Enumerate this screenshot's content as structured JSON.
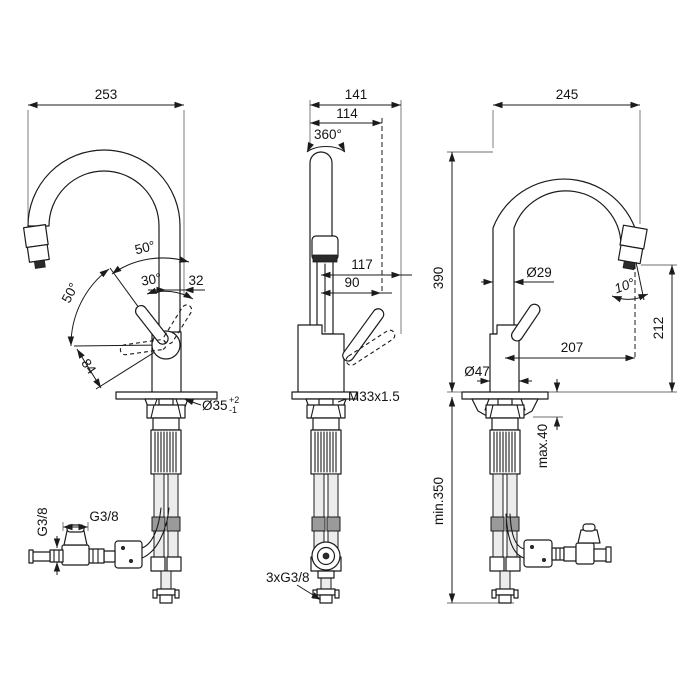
{
  "drawing": {
    "type": "faucet installation technical drawing",
    "background": "#ffffff",
    "line_color": "#1b1b1b",
    "views": {
      "side_left": {
        "dims": {
          "overall_width": "253",
          "swivel_upper_angle": "50°",
          "handle_open_angle": "30°",
          "outlet_offset": "32",
          "handle_travel_angle": "50°",
          "handle_length": "84",
          "hole_diameter": "Ø35",
          "hole_tol_plus": "+2",
          "hole_tol_minus": "-1",
          "valve_thread_horizontal": "G3/8",
          "valve_thread_vertical": "G3/8"
        }
      },
      "front": {
        "dims": {
          "overall_width": "141",
          "spout_width": "114",
          "swivel_range": "360°",
          "reach_outer": "117",
          "reach_inner": "90",
          "shank_thread": "M33x1.5",
          "supply_connections": "3xG3/8",
          "height_above_deck": "390",
          "hose_length_below": "min.350"
        }
      },
      "side_right": {
        "dims": {
          "overall_width": "245",
          "spout_tube_diameter": "Ø29",
          "outlet_angle": "10°",
          "outlet_height": "212",
          "spout_reach": "207",
          "body_diameter": "Ø47",
          "deck_thickness_max": "max.40"
        }
      }
    }
  }
}
